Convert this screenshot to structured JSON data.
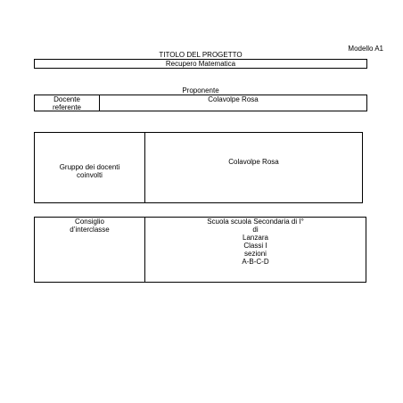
{
  "header": {
    "model": "Modello A1",
    "project_title_label": "TITOLO DEL PROGETTO",
    "project_title_value": "Recupero Matematica"
  },
  "proponente": {
    "heading": "Proponente",
    "referente_label_line1": "Docente",
    "referente_label_line2": "referente",
    "referente_value": "Colavolpe Rosa"
  },
  "gruppo": {
    "label_line1": "Gruppo dei docenti",
    "label_line2": "coinvolti",
    "value": "Colavolpe Rosa"
  },
  "consiglio": {
    "label_line1": "Consiglio",
    "label_line2": "d’interclasse",
    "value_lines": [
      "Scuola scuola Secondaria di I°",
      "di",
      "Lanzara",
      "Classi I",
      "sezioni",
      "A-B-C-D"
    ]
  }
}
